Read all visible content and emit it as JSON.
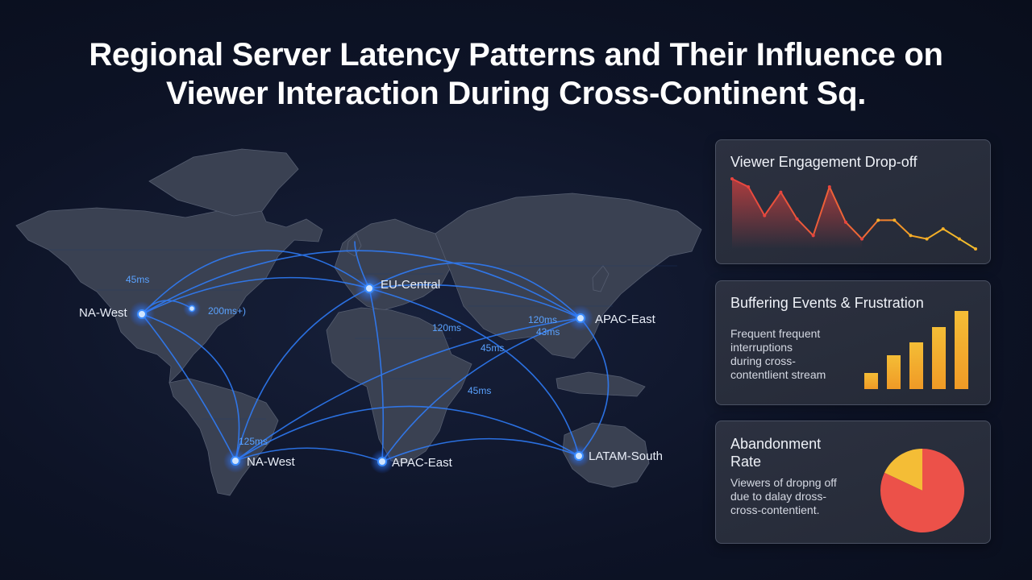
{
  "title_lines": [
    "Regional Server Latency Patterns and Their Influence on",
    "Viewer Interaction During Cross-Continent Sq."
  ],
  "map": {
    "nodes": [
      {
        "id": "na",
        "label": "NA-West"
      },
      {
        "id": "eu",
        "label": "EU-Central"
      },
      {
        "id": "apac1",
        "label": "APAC-East"
      },
      {
        "id": "sa",
        "label": "NA-West"
      },
      {
        "id": "af",
        "label": "APAC-East"
      },
      {
        "id": "au",
        "label": "LATAM-South"
      }
    ],
    "latency_labels": [
      "45ms",
      "200ms+)",
      "120ms",
      "120ms",
      "43ms",
      "45ms",
      "45ms",
      "125ms"
    ]
  },
  "panels": {
    "engagement": {
      "title": "Viewer Engagement Drop-off",
      "chart_data": {
        "type": "line",
        "values": [
          100,
          88,
          45,
          80,
          40,
          15,
          88,
          35,
          10,
          38,
          38,
          15,
          10,
          25,
          10,
          -5
        ],
        "colors": [
          "#e8443f",
          "#ef6a35",
          "#f5a623",
          "#f2c12e"
        ]
      }
    },
    "buffering": {
      "title": "Buffering Events & Frustration",
      "text_lines": [
        "Frequent frequent",
        "interruptions",
        "during cross-",
        "contentlient stream"
      ],
      "chart_data": {
        "type": "bar",
        "values": [
          20,
          42,
          58,
          77,
          97
        ],
        "colors": [
          "#f2a52a",
          "#f3b72d"
        ]
      }
    },
    "abandonment": {
      "title_lines": [
        "Abandonment",
        "Rate"
      ],
      "text_lines": [
        "Viewers of dropng off",
        "due to dalay dross-",
        "cross-contentient."
      ],
      "chart_data": {
        "type": "pie",
        "slices": [
          {
            "value": 82,
            "color": "#ec5149"
          },
          {
            "value": 18,
            "color": "#f4bd36"
          }
        ]
      }
    }
  }
}
